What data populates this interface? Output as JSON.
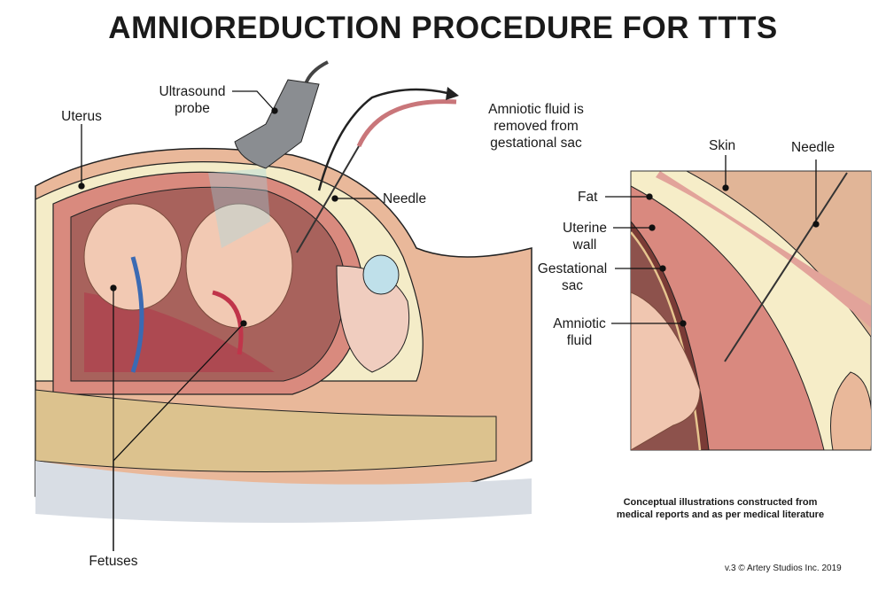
{
  "title": "AMNIOREDUCTION PROCEDURE FOR TTTS",
  "main_labels": {
    "ultrasound_probe": "Ultrasound probe",
    "uterus": "Uterus",
    "needle": "Needle",
    "amniotic_fluid_removed": "Amniotic fluid is removed from gestational sac",
    "fetuses": "Fetuses"
  },
  "inset_labels": {
    "skin": "Skin",
    "needle": "Needle",
    "fat": "Fat",
    "uterine_wall": "Uterine wall",
    "gestational_sac": "Gestational sac",
    "amniotic_fluid": "Amniotic fluid"
  },
  "note": "Conceptual illustrations constructed from medical reports and as per medical literature",
  "copyright": "v.3 © Artery Studios Inc. 2019",
  "colors": {
    "skin": "#e8b99a",
    "fat": "#f6edc8",
    "uterine": "#d9857a",
    "fluid": "#8c4a45",
    "bone": "#dcc28e"
  }
}
